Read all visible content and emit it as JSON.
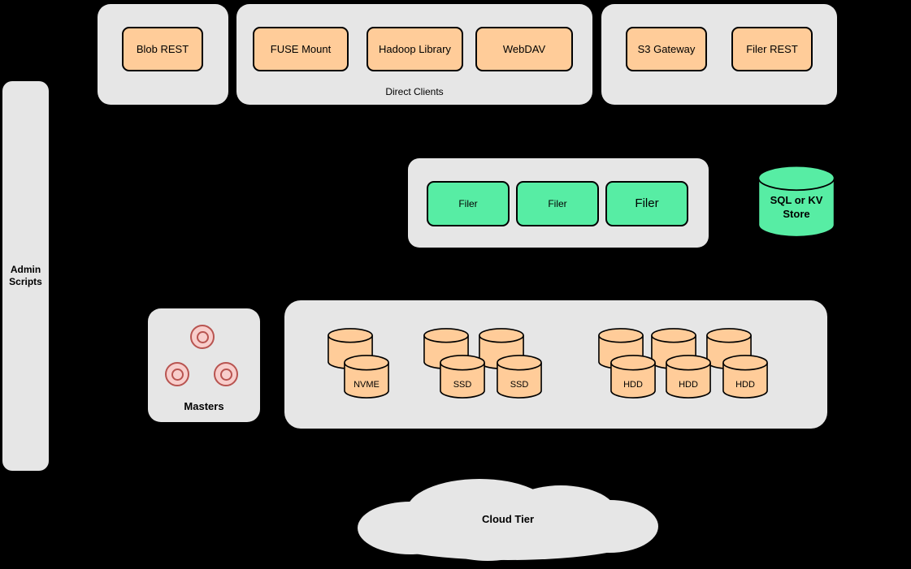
{
  "colors": {
    "background": "#000000",
    "panel": "#e6e6e6",
    "orange": "#ffcc99",
    "green": "#57eda4",
    "pink": "#f8cecc",
    "pink_border": "#b85450",
    "outline": "#000000",
    "text": "#000000"
  },
  "top_row": {
    "blob_group": {
      "nodes": [
        {
          "label": "Blob REST"
        }
      ]
    },
    "direct_clients_group": {
      "caption": "Direct Clients",
      "nodes": [
        {
          "label": "FUSE Mount"
        },
        {
          "label": "Hadoop Library"
        },
        {
          "label": "WebDAV"
        }
      ]
    },
    "gateway_group": {
      "nodes": [
        {
          "label": "S3 Gateway"
        },
        {
          "label": "Filer REST"
        }
      ]
    }
  },
  "admin_panel": {
    "label": "Admin\nScripts"
  },
  "filer_group": {
    "nodes": [
      {
        "label": "Filer"
      },
      {
        "label": "Filer"
      },
      {
        "label": "Filer"
      }
    ]
  },
  "metadata_store": {
    "label": "SQL or KV Store"
  },
  "masters_group": {
    "caption": "Masters"
  },
  "volume_group": {
    "nvme": {
      "labels": [
        "NVME"
      ]
    },
    "ssd": {
      "labels": [
        "SSD",
        "SSD"
      ]
    },
    "hdd": {
      "labels": [
        "HDD",
        "HDD",
        "HDD"
      ]
    }
  },
  "cloud_tier": {
    "label": "Cloud Tier"
  }
}
